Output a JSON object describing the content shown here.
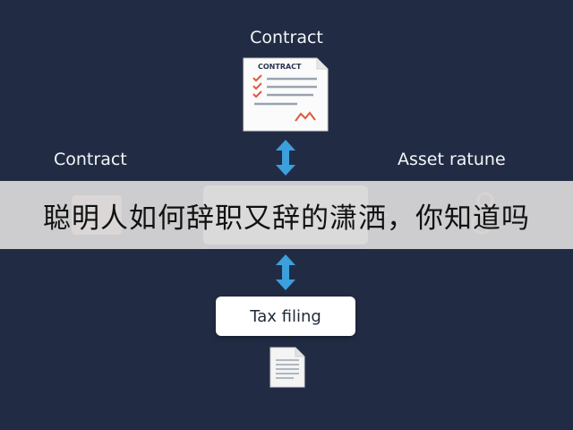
{
  "diagram": {
    "top_title": "Contract",
    "doc_header": "CONTRACT",
    "left_label": "Contract",
    "right_label": "Asset ratune",
    "tax_label": "Tax filing"
  },
  "overlay": {
    "banner_text": "聪明人如何辞职又辞的潇洒，你知道吗"
  },
  "colors": {
    "background": "#212c44",
    "arrow": "#3ba0dc",
    "check": "#e2573b",
    "banner": "#d8d8d8"
  }
}
